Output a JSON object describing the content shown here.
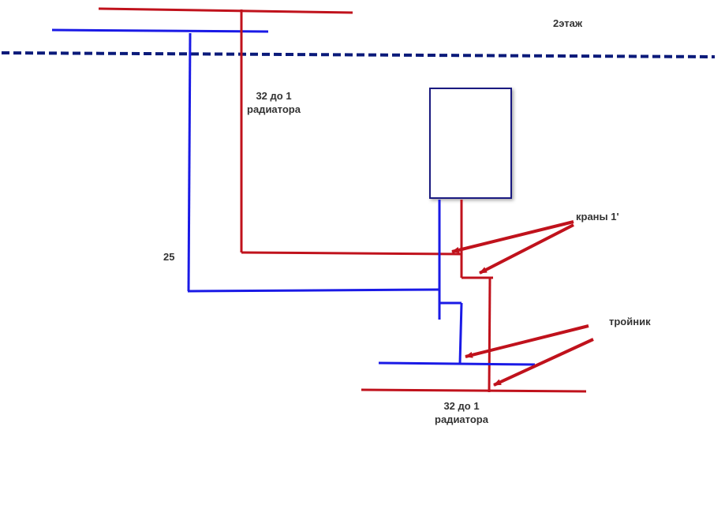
{
  "colors": {
    "hot_pipe": "#c0121c",
    "cold_pipe": "#1a1ae6",
    "floor_line": "#0a1a7a",
    "boiler_border": "#1a1a80",
    "arrow": "#c0121c",
    "text": "#333333"
  },
  "labels": {
    "floor": "2этаж",
    "upper_pipe_line1": "32 до 1",
    "upper_pipe_line2": "радиатора",
    "cold_pipe_size": "25",
    "valves": "краны 1'",
    "tee": "тройник",
    "lower_pipe_line1": "32 до 1",
    "lower_pipe_line2": "радиатора"
  }
}
